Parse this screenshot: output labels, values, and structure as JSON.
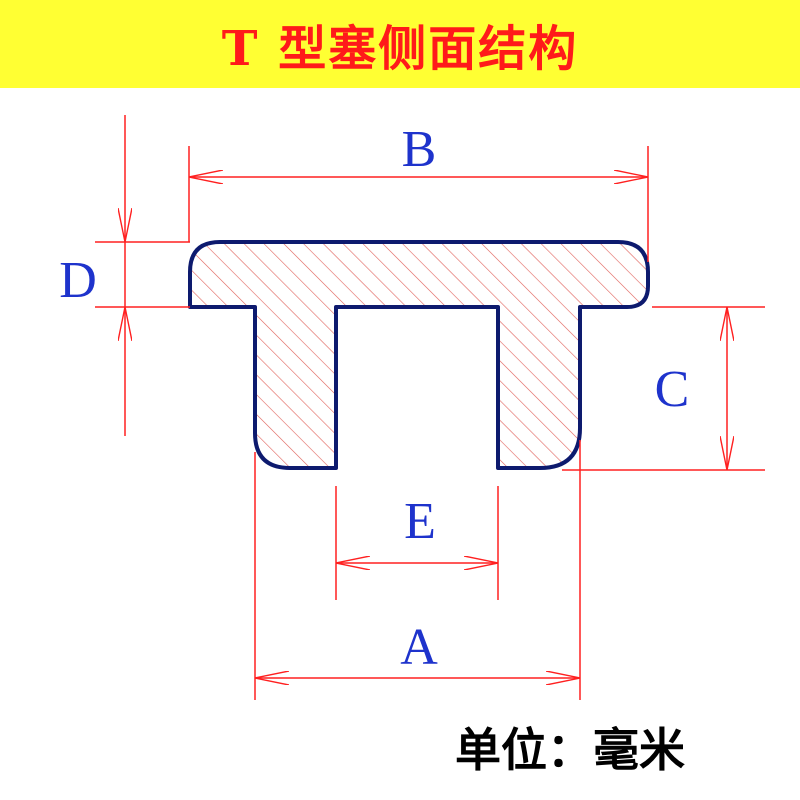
{
  "header": {
    "title": "T 型塞侧面结构"
  },
  "dimensions": {
    "A": "A",
    "B": "B",
    "C": "C",
    "D": "D",
    "E": "E"
  },
  "footer": {
    "unit_note": "单位：毫米"
  },
  "colors": {
    "title_background": "#ffff33",
    "title_text": "#ff1a1a",
    "dimension_lines": "#ff2020",
    "dimension_labels": "#1e33cc",
    "outline": "#0d1a6e",
    "hatch": "#e0605a"
  }
}
